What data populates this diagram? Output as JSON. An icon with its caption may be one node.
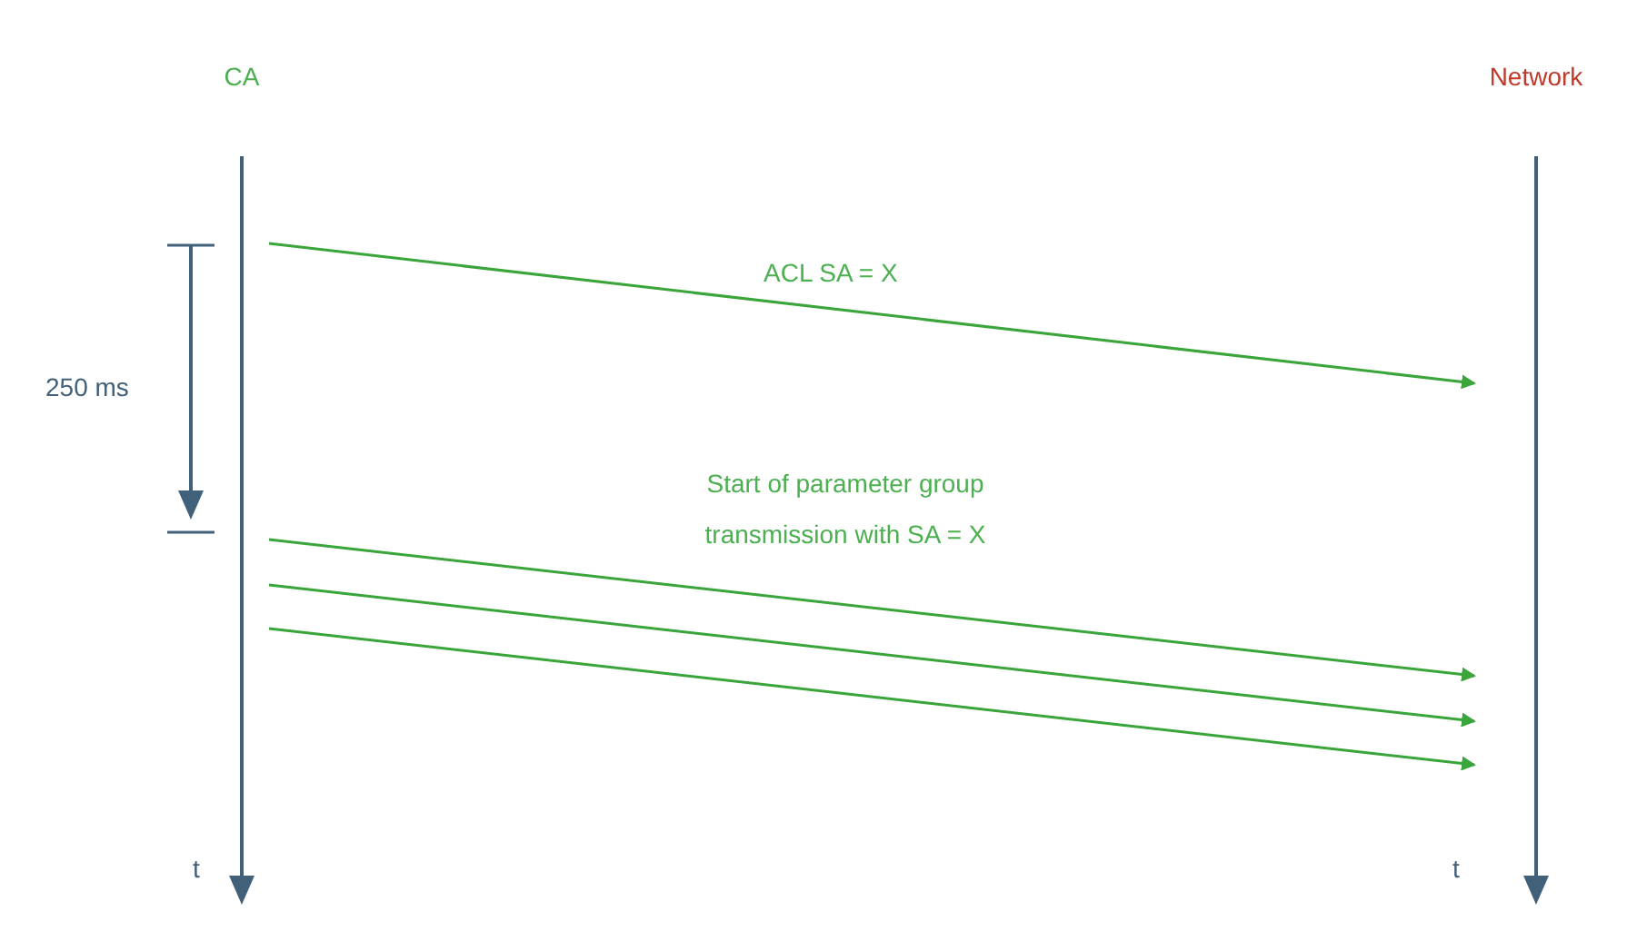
{
  "diagram": {
    "nodes": [
      {
        "text": [
          "CA"
        ],
        "beside": [
          "t"
        ]
      },
      {
        "text": [
          "Network"
        ],
        "beside": [
          "t"
        ]
      }
    ],
    "edges": [
      {
        "from": 0,
        "to": 1,
        "arrow": "to",
        "label": "ACL SA = X"
      },
      {
        "from": 0,
        "to": 1,
        "arrow": "to",
        "label": "Start of parameter group transmission with SA = X"
      },
      {
        "from": 0,
        "to": 1,
        "arrow": "to"
      },
      {
        "from": 0,
        "to": 1,
        "arrow": "to"
      }
    ],
    "labels": [
      "250 ms"
    ]
  }
}
